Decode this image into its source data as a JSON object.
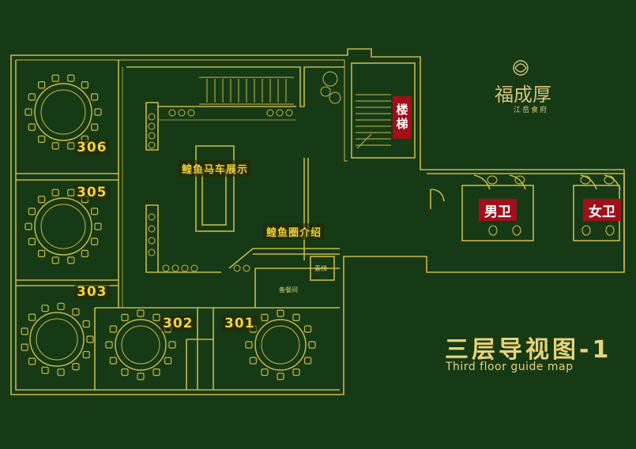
{
  "title_cn": "三层导视图-1",
  "title_en": "Third floor guide map",
  "brand": {
    "name": "福成厚",
    "subtitle": "江岳食府"
  },
  "rooms": [
    "306",
    "305",
    "303",
    "302",
    "301"
  ],
  "zones": {
    "display": "鳇鱼马车展示",
    "intro": "鳇鱼圈介绍"
  },
  "stairs_label": "楼梯",
  "restroom_men": "男卫",
  "restroom_women": "女卫",
  "small_labels": {
    "elevator": "素梯",
    "prep": "备餐间"
  },
  "colors": {
    "background": "#163a15",
    "lines": "#c9b84a",
    "highlight": "#f3d53b",
    "accent_red": "#a0101a"
  }
}
